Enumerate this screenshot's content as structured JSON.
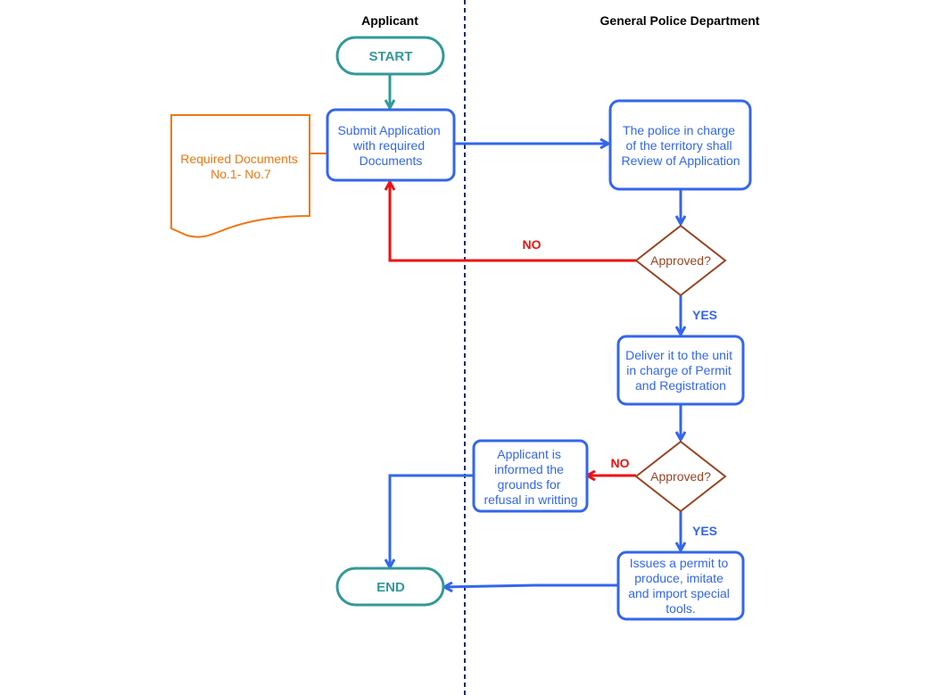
{
  "lanes": [
    {
      "title": "Applicant"
    },
    {
      "title": "General Police Department"
    }
  ],
  "colors": {
    "terminal": "#339999",
    "process": "#3366ee",
    "document": "#ee7711",
    "decision": "#994422",
    "no_flow": "#ee1111",
    "lane_divider": "#1a2a6e"
  },
  "nodes": {
    "start": {
      "label": "START"
    },
    "end": {
      "label": "END"
    },
    "documents": {
      "lines": [
        "Required Documents",
        "No.1- No.7"
      ]
    },
    "submit": {
      "lines": [
        "Submit Application",
        "with required",
        "Documents"
      ]
    },
    "review": {
      "lines": [
        "The police in charge",
        "of the territory shall",
        "Review of Application"
      ]
    },
    "decision1": {
      "label": "Approved?"
    },
    "deliver": {
      "lines": [
        "Deliver it to the unit",
        "in charge of Permit",
        "and Registration"
      ]
    },
    "decision2": {
      "label": "Approved?"
    },
    "refusal": {
      "lines": [
        "Applicant is",
        "informed the",
        "grounds for",
        "refusal in writting"
      ]
    },
    "issue": {
      "lines": [
        "Issues a permit to",
        "produce, imitate",
        "and import special",
        "tools."
      ]
    }
  },
  "edge_labels": {
    "decision1_no": "NO",
    "decision1_yes": "YES",
    "decision2_no": "NO",
    "decision2_yes": "YES"
  }
}
